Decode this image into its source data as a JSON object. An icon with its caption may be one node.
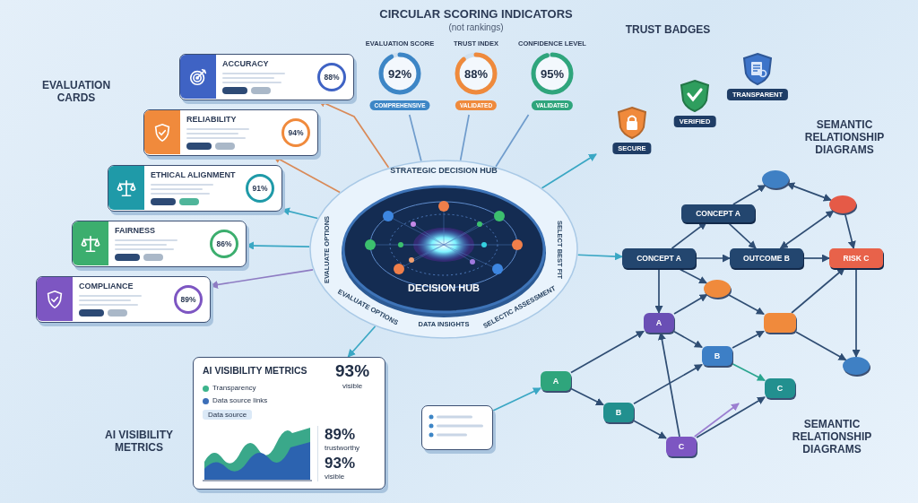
{
  "diagram": {
    "nodes": [
      {
        "text": [
          "ACCURACY",
          "88%"
        ]
      },
      {
        "text": [
          "RELIABILITY",
          "94%"
        ]
      },
      {
        "text": [
          "ETHICAL ALIGNMENT",
          "91%"
        ]
      },
      {
        "text": [
          "FAIRNESS",
          "86%"
        ]
      },
      {
        "text": [
          "COMPLIANCE",
          "89%"
        ]
      },
      {
        "text": [
          "EVALUATION SCORE",
          "92%",
          "COMPREHENSIVE"
        ]
      },
      {
        "text": [
          "TRUST INDEX",
          "88%",
          "VALIDATED"
        ]
      },
      {
        "text": [
          "CONFIDENCE LEVEL",
          "95%",
          "VALIDATED"
        ]
      },
      {
        "text": [
          "STRATEGIC DECISION HUB",
          "DECISION HUB",
          "EVALUATE OPTIONS",
          "SELECT BEST FIT",
          "EVALUATE OPTIONS",
          "DATA INSIGHTS",
          "SELECTIC ASSESSMENT"
        ]
      },
      {
        "text": [
          "SECURE"
        ]
      },
      {
        "text": [
          "VERIFIED"
        ]
      },
      {
        "text": [
          "TRANSPARENT"
        ]
      },
      {
        "text": [
          "AI VISIBILITY METRICS",
          "93%",
          "visible",
          "Transparency",
          "Data source links",
          "Data source",
          "89%",
          "trustworthy",
          "93%",
          "visible"
        ]
      },
      {
        "text": [],
        "shape": "picture"
      },
      {
        "text": [],
        "shape": "circle"
      },
      {
        "text": [],
        "shape": "circle"
      },
      {
        "text": [
          "CONCEPT A"
        ]
      },
      {
        "text": [
          "CONCEPT A"
        ]
      },
      {
        "text": [
          "OUTCOME B"
        ]
      },
      {
        "text": [
          "RISK C"
        ]
      },
      {
        "text": [],
        "shape": "circle"
      },
      {
        "text": [
          "A"
        ]
      },
      {
        "text": [],
        "shape": "box"
      },
      {
        "text": [
          "B"
        ]
      },
      {
        "text": [],
        "shape": "circle"
      },
      {
        "text": [
          "A"
        ]
      },
      {
        "text": [
          "B"
        ]
      },
      {
        "text": [
          "C"
        ]
      },
      {
        "text": [
          "C"
        ]
      }
    ],
    "edges": [
      {
        "from": 8,
        "to": 0,
        "arrow": "to",
        "color": "#d98a58"
      },
      {
        "from": 8,
        "to": 1,
        "arrow": "to",
        "color": "#d98a58"
      },
      {
        "from": 8,
        "to": 2,
        "arrow": "to",
        "color": "#3aa7c4"
      },
      {
        "from": 8,
        "to": 3,
        "arrow": "to",
        "color": "#3aa7c4"
      },
      {
        "from": 8,
        "to": 4,
        "arrow": "to",
        "color": "#8e7cc3"
      },
      {
        "from": 5,
        "to": 8,
        "arrow": "none",
        "color": "#6f9ccc"
      },
      {
        "from": 6,
        "to": 8,
        "arrow": "none",
        "color": "#6f9ccc"
      },
      {
        "from": 7,
        "to": 8,
        "arrow": "none",
        "color": "#6f9ccc"
      },
      {
        "from": 8,
        "to": 9,
        "arrow": "to",
        "color": "#3aa7c4"
      },
      {
        "from": 8,
        "to": 12,
        "arrow": "to",
        "color": "#3aa7c4"
      },
      {
        "from": 8,
        "to": 17,
        "arrow": "to",
        "color": "#3aa7c4"
      },
      {
        "from": 13,
        "to": 25,
        "arrow": "to",
        "color": "#3aa7c4"
      },
      {
        "from": 17,
        "to": 16,
        "arrow": "to"
      },
      {
        "from": 16,
        "to": 14,
        "arrow": "to"
      },
      {
        "from": 16,
        "to": 18,
        "arrow": "to"
      },
      {
        "from": 17,
        "to": 18,
        "arrow": "to"
      },
      {
        "from": 18,
        "to": 19,
        "arrow": "to"
      },
      {
        "from": 14,
        "to": 15,
        "arrow": "both"
      },
      {
        "from": 18,
        "to": 15,
        "arrow": "both"
      },
      {
        "from": 15,
        "to": 19,
        "arrow": "to"
      },
      {
        "from": 17,
        "to": 20,
        "arrow": "to"
      },
      {
        "from": 17,
        "to": 21,
        "arrow": "to"
      },
      {
        "from": 21,
        "to": 20,
        "arrow": "to"
      },
      {
        "from": 20,
        "to": 22,
        "arrow": "to"
      },
      {
        "from": 21,
        "to": 23,
        "arrow": "to"
      },
      {
        "from": 22,
        "to": 19,
        "arrow": "to"
      },
      {
        "from": 22,
        "to": 24,
        "arrow": "to"
      },
      {
        "from": 19,
        "to": 24,
        "arrow": "to"
      },
      {
        "from": 23,
        "to": 22,
        "arrow": "to"
      },
      {
        "from": 23,
        "to": 27,
        "arrow": "to",
        "color": "#2aa58f"
      },
      {
        "from": 26,
        "to": 23,
        "arrow": "to"
      },
      {
        "from": 26,
        "to": 28,
        "arrow": "to"
      },
      {
        "from": 28,
        "to": 21,
        "arrow": "to"
      },
      {
        "from": 28,
        "to": 27,
        "arrow": "to"
      },
      {
        "from": 25,
        "to": 26,
        "arrow": "to"
      },
      {
        "from": 25,
        "to": 21,
        "arrow": "to"
      },
      {
        "from": 28,
        "to": null,
        "arrow": "to",
        "color": "#9b7fd1"
      }
    ],
    "labels": [
      "EVALUATION CARDS",
      "CIRCULAR SCORING INDICATORS",
      "(not rankings)",
      "TRUST BADGES",
      "SEMANTIC RELATIONSHIP DIAGRAMS",
      "AI VISIBILITY METRICS",
      "SEMANTIC RELATIONSHIP DIAGRAMS"
    ]
  }
}
